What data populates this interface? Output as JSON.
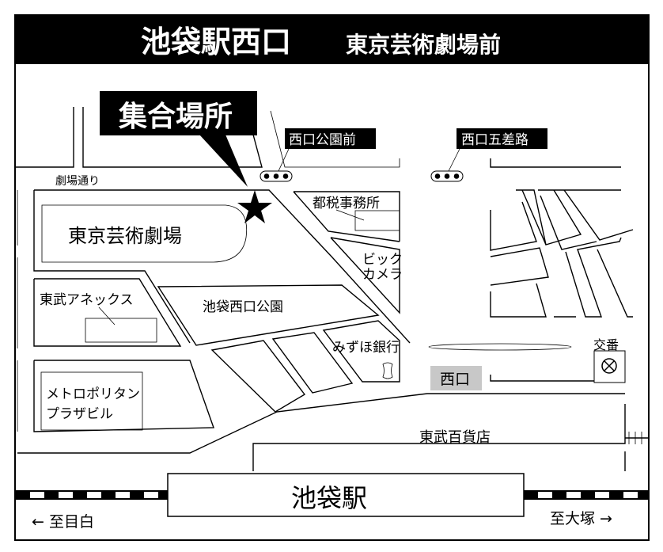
{
  "title": {
    "main": "池袋駅西口",
    "sub": "東京芸術劇場前"
  },
  "meeting_point": {
    "label": "集合場所",
    "icon": "star-icon"
  },
  "streets": {
    "theater_street": "劇場通り"
  },
  "crossings": [
    {
      "label": "西口公園前"
    },
    {
      "label": "西口五差路"
    }
  ],
  "buildings": {
    "theater": "東京芸術劇場",
    "tax_office": "都税事務所",
    "bic_camera_1": "ビック",
    "bic_camera_2": "カメラ",
    "tobu_annex": "東武アネックス",
    "park": "池袋西口公園",
    "mizuho": "みずほ銀行",
    "metropolitan_1": "メトロポリタン",
    "metropolitan_2": "プラザビル",
    "tobu_dept": "東武百貨店",
    "koban": "交番",
    "west_exit": "西口",
    "station": "池袋駅"
  },
  "directions": {
    "left": "← 至目白",
    "right": "至大塚 →"
  }
}
